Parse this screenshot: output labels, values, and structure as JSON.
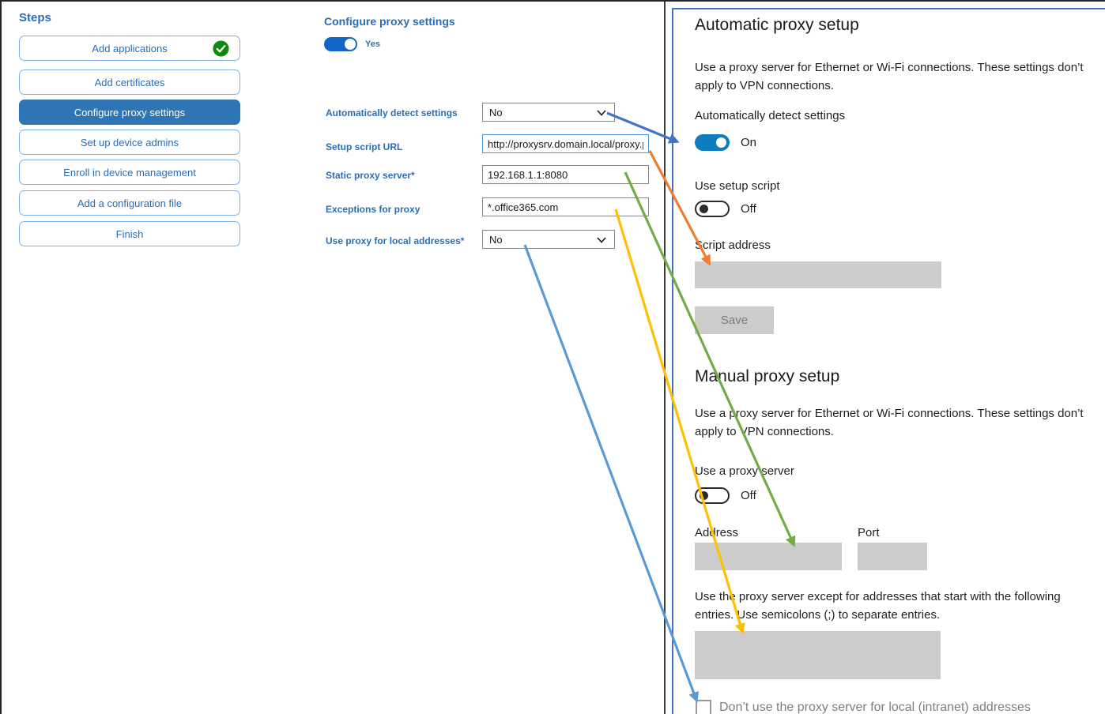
{
  "sidebar": {
    "title": "Steps",
    "items": [
      {
        "label": "Add applications",
        "completed": true,
        "selected": false
      },
      {
        "label": "Add certificates",
        "completed": false,
        "selected": false
      },
      {
        "label": "Configure proxy settings",
        "completed": false,
        "selected": true
      },
      {
        "label": "Set up device admins",
        "completed": false,
        "selected": false
      },
      {
        "label": "Enroll in device management",
        "completed": false,
        "selected": false
      },
      {
        "label": "Add a configuration file",
        "completed": false,
        "selected": false
      },
      {
        "label": "Finish",
        "completed": false,
        "selected": false
      }
    ],
    "completed_check_color": "#0e8a0e",
    "selected_color": "#2e75b6"
  },
  "form": {
    "title": "Configure proxy settings",
    "toggle": {
      "label": "Yes",
      "on": true
    },
    "fields": [
      {
        "label": "Automatically detect settings",
        "type": "select",
        "value": "No"
      },
      {
        "label": "Setup script URL",
        "type": "text",
        "value": "http://proxysrv.domain.local/proxy.pa",
        "focused": true
      },
      {
        "label": "Static proxy server*",
        "type": "text",
        "value": "192.168.1.1:8080"
      },
      {
        "label": "Exceptions for proxy",
        "type": "text",
        "value": "*.office365.com"
      },
      {
        "label": "Use proxy for local addresses*",
        "type": "select",
        "value": "No"
      }
    ]
  },
  "panel": {
    "auto": {
      "title": "Automatic proxy setup",
      "description": "Use a proxy server for Ethernet or Wi-Fi connections. These settings don’t apply to VPN connections.",
      "detect_label": "Automatically detect settings",
      "detect_state": "On",
      "script_toggle_label": "Use setup script",
      "script_toggle_state": "Off",
      "script_address_label": "Script address",
      "save_label": "Save"
    },
    "manual": {
      "title": "Manual proxy setup",
      "description": "Use a proxy server for Ethernet or Wi-Fi connections. These settings don’t apply to VPN connections.",
      "proxy_toggle_label": "Use a proxy server",
      "proxy_toggle_state": "Off",
      "address_label": "Address",
      "port_label": "Port",
      "exceptions_text": "Use the proxy server except for addresses that start with the following entries. Use semicolons (;) to separate entries.",
      "checkbox_label": "Don’t use the proxy server for local (intranet) addresses",
      "checkbox_checked": false
    },
    "accent_toggle_color": "#0d7dbd"
  },
  "arrows": [
    {
      "name": "detect-settings-mapping",
      "color": "#4472c4"
    },
    {
      "name": "setup-script-mapping",
      "color": "#ed7d31"
    },
    {
      "name": "static-proxy-mapping",
      "color": "#70ad47"
    },
    {
      "name": "exceptions-mapping",
      "color": "#ffc000"
    },
    {
      "name": "local-addresses-mapping",
      "color": "#5b9bd5"
    }
  ]
}
